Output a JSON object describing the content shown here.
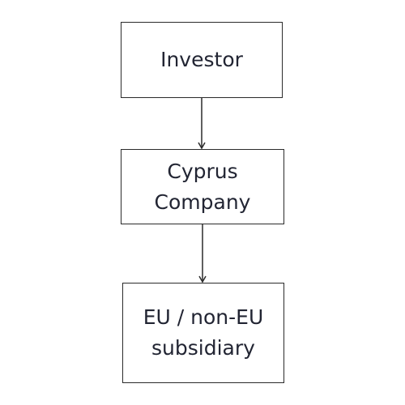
{
  "diagram": {
    "nodes": [
      {
        "id": "investor",
        "lines": [
          "Investor"
        ]
      },
      {
        "id": "cyprus-company",
        "lines": [
          "Cyprus",
          "Company"
        ]
      },
      {
        "id": "subsidiary",
        "lines": [
          "EU / non-EU",
          "subsidiary"
        ]
      }
    ],
    "edges": [
      {
        "from": "investor",
        "to": "cyprus-company"
      },
      {
        "from": "cyprus-company",
        "to": "subsidiary"
      }
    ],
    "colors": {
      "border": "#2b2b2b",
      "text": "#222533",
      "background": "#ffffff"
    }
  }
}
